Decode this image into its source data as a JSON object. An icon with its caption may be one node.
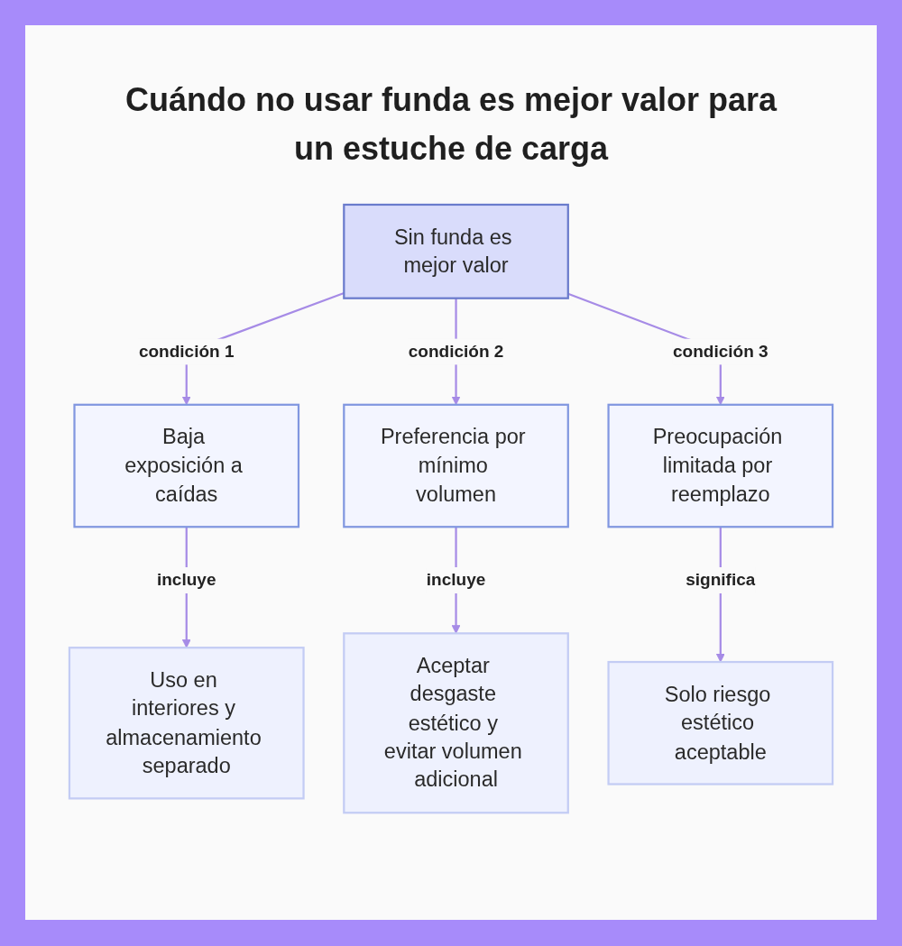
{
  "diagram": {
    "title": "Cuándo no usar funda es mejor valor para un estuche de carga",
    "nodes": [
      {
        "text": [
          "Sin funda es mejor valor"
        ]
      },
      {
        "text": [
          "Baja exposición a caídas"
        ]
      },
      {
        "text": [
          "Preferencia por mínimo volumen"
        ]
      },
      {
        "text": [
          "Preocupación limitada por reemplazo"
        ]
      },
      {
        "text": [
          "Uso en interiores y almacenamiento separado"
        ]
      },
      {
        "text": [
          "Aceptar desgaste estético y evitar volumen adicional"
        ]
      },
      {
        "text": [
          "Solo riesgo estético aceptable"
        ]
      }
    ],
    "edges": [
      {
        "from": 0,
        "to": 1,
        "label": "condición 1",
        "arrow": "to"
      },
      {
        "from": 0,
        "to": 2,
        "label": "condición 2",
        "arrow": "to"
      },
      {
        "from": 0,
        "to": 3,
        "label": "condición 3",
        "arrow": "to"
      },
      {
        "from": 1,
        "to": 4,
        "label": "incluye",
        "arrow": "to"
      },
      {
        "from": 2,
        "to": 5,
        "label": "incluye",
        "arrow": "to"
      },
      {
        "from": 3,
        "to": 6,
        "label": "significa",
        "arrow": "to"
      }
    ]
  }
}
